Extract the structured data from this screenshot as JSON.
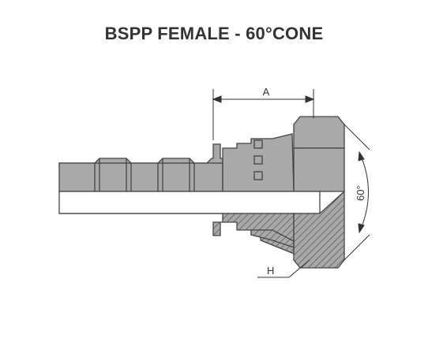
{
  "title": "BSPP FEMALE - 60°CONE",
  "dimensions": {
    "length_label": "A",
    "hex_label": "H",
    "cone_angle_label": "60°"
  },
  "colors": {
    "metal_fill": "#a9a9a9",
    "outline": "#444444",
    "hatch": "#555555",
    "text": "#333333"
  }
}
